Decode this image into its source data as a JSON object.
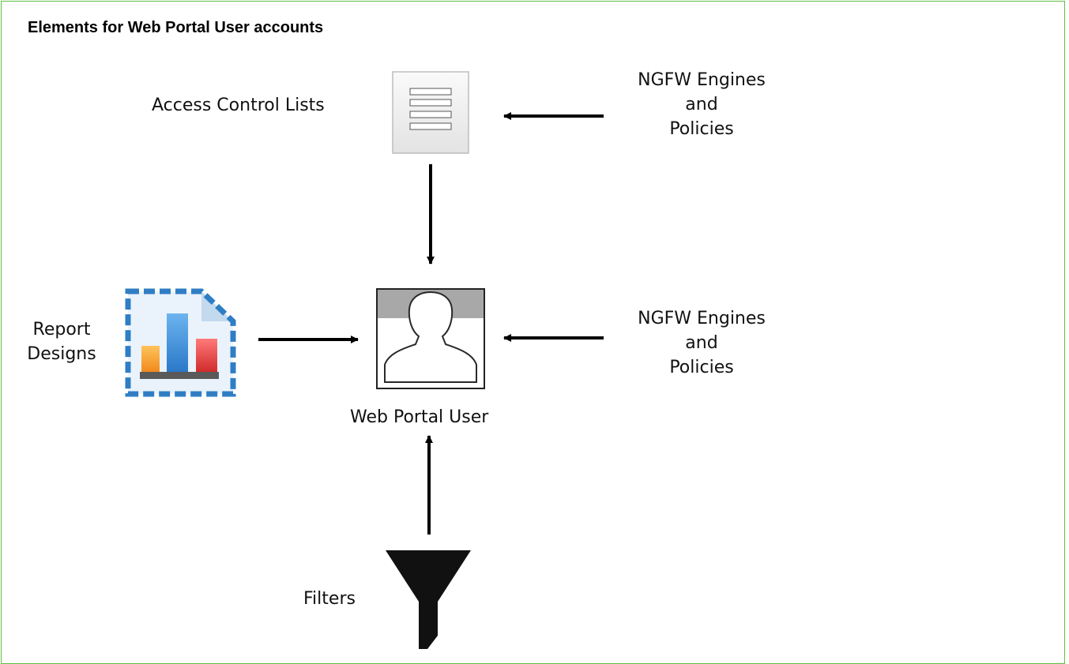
{
  "title": "Elements for Web Portal User accounts",
  "nodes": {
    "acl": {
      "label": "Access Control Lists",
      "icon": "document-list-icon"
    },
    "ngfw_top": {
      "line1": "NGFW Engines",
      "line2": "and",
      "line3": "Policies"
    },
    "report": {
      "line1": "Report",
      "line2": "Designs",
      "icon": "bar-chart-report-icon"
    },
    "user": {
      "label": "Web Portal User",
      "icon": "user-silhouette-icon"
    },
    "ngfw_mid": {
      "line1": "NGFW Engines",
      "line2": "and",
      "line3": "Policies"
    },
    "filters": {
      "label": "Filters",
      "icon": "funnel-filter-icon"
    }
  },
  "colors": {
    "frame": "#5fbf40",
    "arrow": "#000000",
    "report_blue": "#2f7ec4"
  }
}
